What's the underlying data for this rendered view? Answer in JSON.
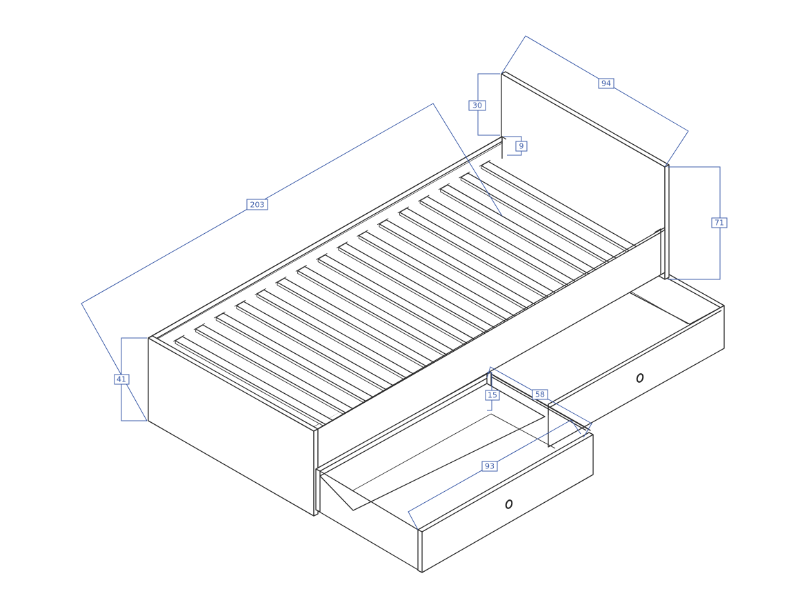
{
  "diagram": {
    "subject": "Single bed with slatted base and two pull-out storage drawers",
    "colors": {
      "outline": "#2a2a2a",
      "dimension": "#3b5ba8",
      "background": "#ffffff"
    },
    "dimensions": {
      "length": "203",
      "width": "94",
      "frame_height": "41",
      "headboard_height": "71",
      "headboard_above_rail": "30",
      "rail_drop_to_slats": "9",
      "drawer_width": "93",
      "drawer_depth": "58",
      "drawer_height": "15"
    },
    "slat_count": 16,
    "drawer_count": 2
  }
}
